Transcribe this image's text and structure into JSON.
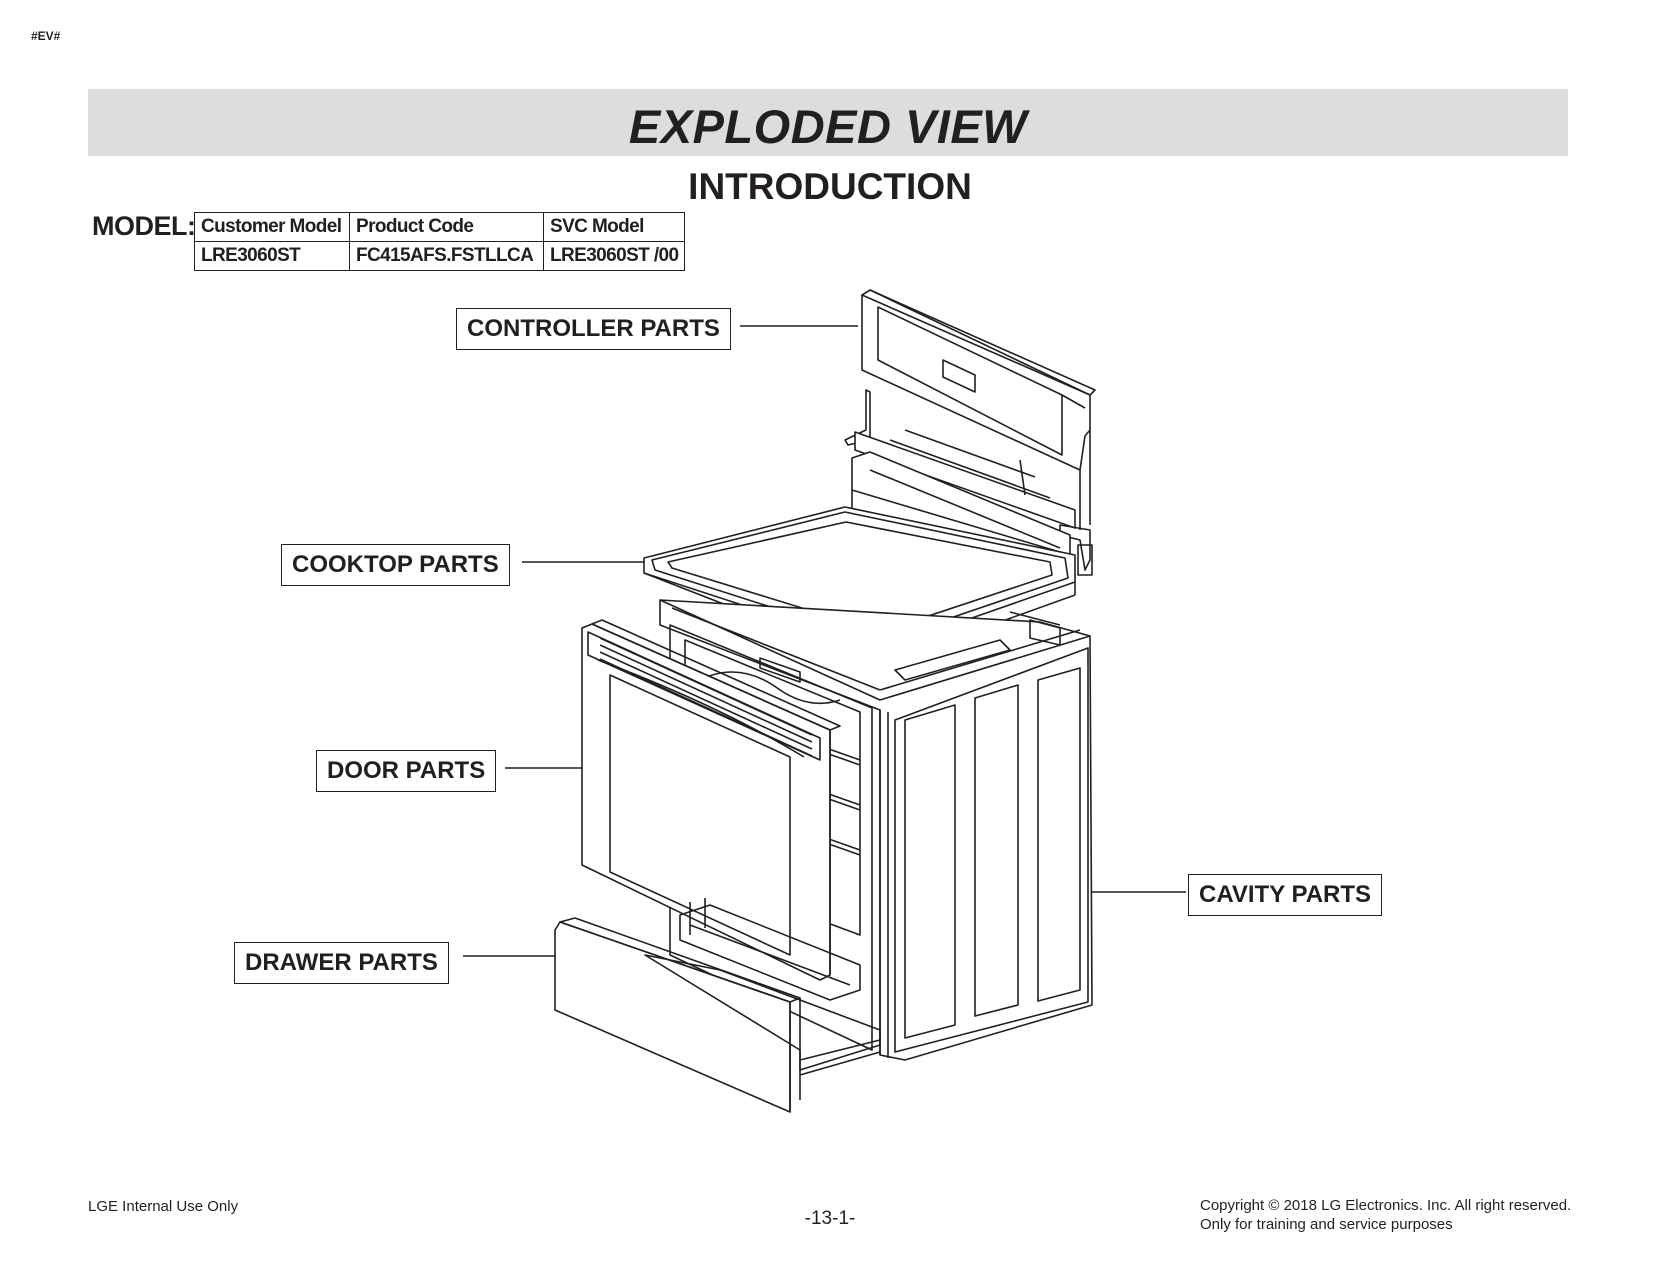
{
  "page_tag": "#EV#",
  "header": {
    "title": "EXPLODED VIEW",
    "subtitle": "INTRODUCTION"
  },
  "model": {
    "label": "MODEL:",
    "headers": [
      "Customer Model",
      "Product Code",
      "SVC Model"
    ],
    "values": [
      "LRE3060ST",
      "FC415AFS.FSTLLCA",
      "LRE3060ST /00"
    ]
  },
  "callouts": {
    "controller": "CONTROLLER PARTS",
    "cooktop": "COOKTOP PARTS",
    "door": "DOOR PARTS",
    "drawer": "DRAWER PARTS",
    "cavity": "CAVITY PARTS"
  },
  "footer": {
    "left": "LGE Internal Use Only",
    "page_number": "-13-1-",
    "copyright": "Copyright © 2018 LG Electronics. Inc. All right reserved.",
    "notice": "Only for training and service purposes"
  }
}
